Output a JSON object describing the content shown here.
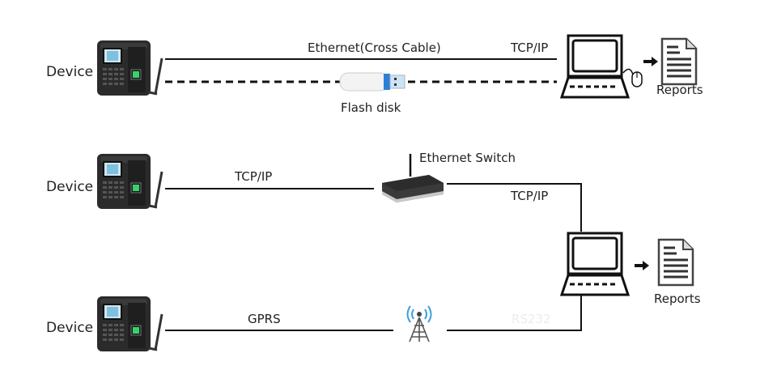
{
  "diagram": {
    "title": "Device connection methods",
    "rows": [
      {
        "device_label": "Device",
        "links": [
          {
            "label": "Ethernet(Cross Cable)",
            "style": "solid"
          },
          {
            "label": "Flash disk",
            "style": "dashed",
            "via_icon": "usb-flash-disk-icon"
          }
        ],
        "endpoint_label": "TCP/IP",
        "reports_label": "Reports"
      },
      {
        "device_label": "Device",
        "link_label": "TCP/IP",
        "hub_label": "Ethernet Switch",
        "uplink_label": "TCP/IP"
      },
      {
        "device_label": "Device",
        "link_label": "GPRS",
        "hub_icon": "cell-tower-icon",
        "uplink_label": "RS232"
      }
    ],
    "shared_reports_label": "Reports"
  },
  "colors": {
    "line": "#111111",
    "device_body": "#2b2b2b",
    "usb_blue": "#2f7fd6",
    "tower_signal": "#3aa0e0"
  }
}
